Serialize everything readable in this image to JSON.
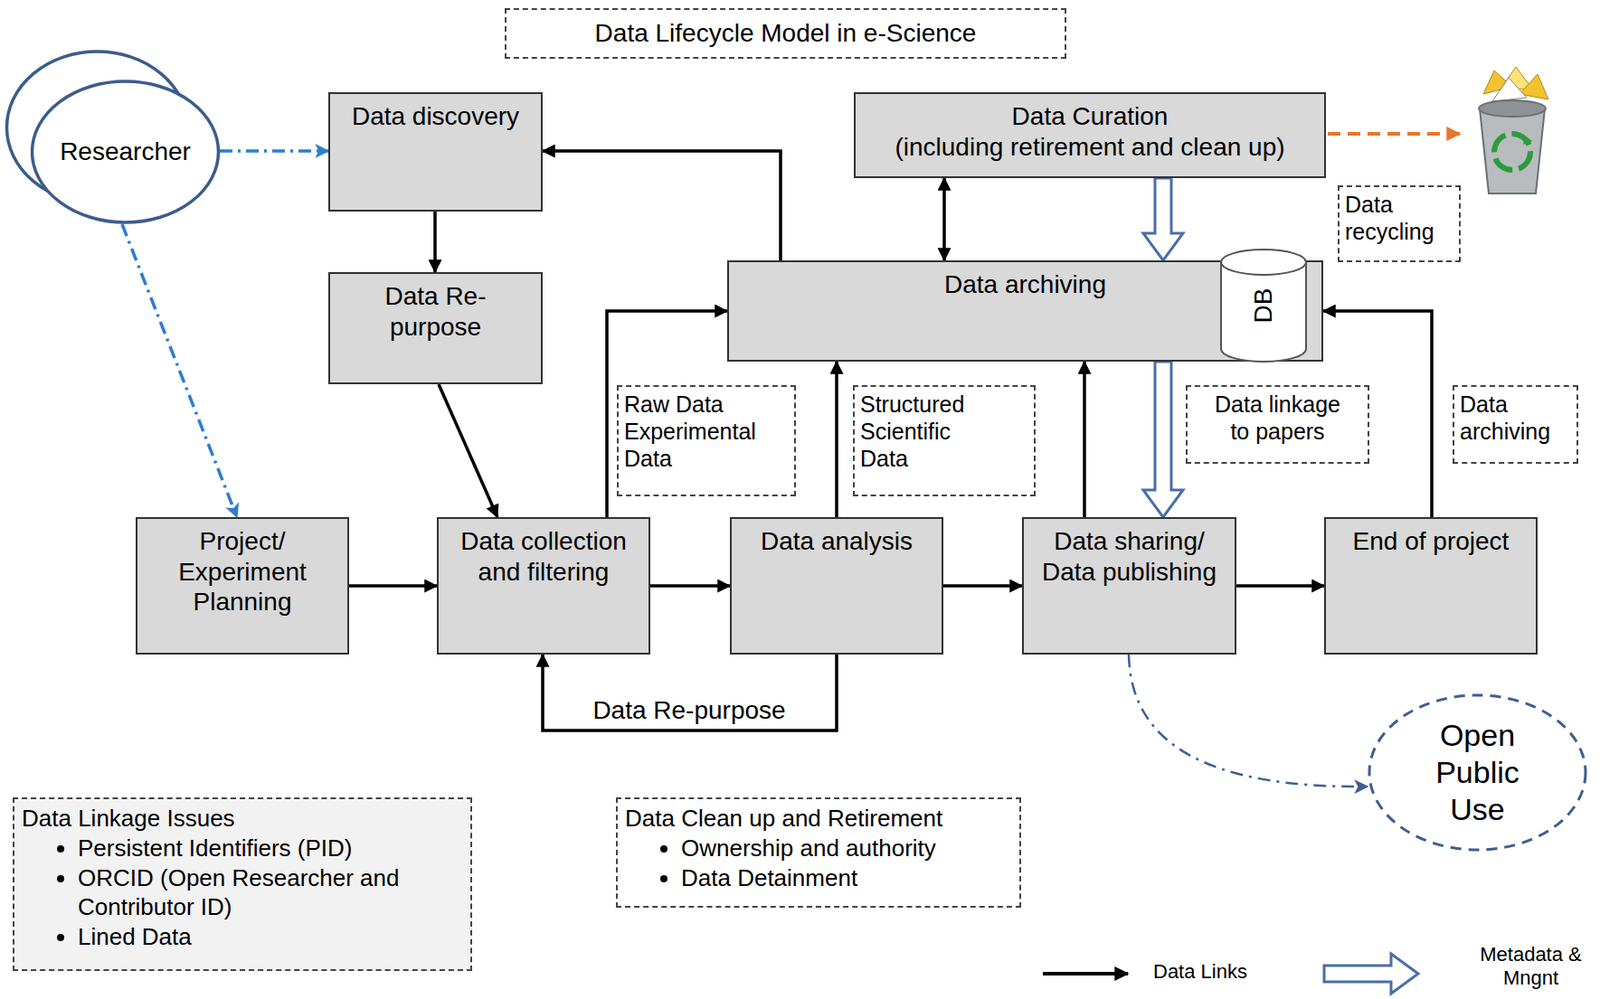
{
  "diagram": {
    "title": "Data Lifecycle Model in e-Science",
    "nodes": [
      {
        "text": [
          "Researcher"
        ]
      },
      {
        "text": [
          "Data discovery"
        ]
      },
      {
        "text": [
          "Data Curation",
          "(including retirement and clean up)"
        ]
      },
      {
        "text": [
          "Data Re-purpose"
        ]
      },
      {
        "text": [
          "Data archiving"
        ]
      },
      {
        "text": [
          "Data recycling"
        ]
      },
      {
        "text": [
          "Raw Data Experimental Data"
        ]
      },
      {
        "text": [
          "Structured Scientific Data"
        ]
      },
      {
        "text": [
          "Data linkage to papers"
        ]
      },
      {
        "text": [
          "Data archiving"
        ]
      },
      {
        "text": [
          "Project/ Experiment Planning"
        ]
      },
      {
        "text": [
          "Data collection and filtering"
        ]
      },
      {
        "text": [
          "Data analysis"
        ]
      },
      {
        "text": [
          "Data sharing/ Data publishing"
        ]
      },
      {
        "text": [
          "End of project"
        ]
      },
      {
        "text": [
          "Open Public Use"
        ]
      },
      {
        "text": [
          "Data Linkage Issues",
          "Persistent Identifiers (PID)",
          "ORCID (Open Researcher and Contributor ID)",
          "Lined Data"
        ]
      },
      {
        "text": [
          "Data Clean up and Retirement",
          "Ownership and authority",
          "Data Detainment"
        ]
      }
    ],
    "edges": [
      {
        "from": 0,
        "to": 1,
        "arrow": "to"
      },
      {
        "from": 0,
        "to": 10,
        "arrow": "to"
      },
      {
        "from": 1,
        "to": 3,
        "arrow": "to"
      },
      {
        "from": 3,
        "to": 11,
        "arrow": "to"
      },
      {
        "from": 4,
        "to": 1,
        "arrow": "to"
      },
      {
        "from": 2,
        "to": 4,
        "arrow": "both"
      },
      {
        "from": 2,
        "to": 4,
        "arrow": "to"
      },
      {
        "from": 4,
        "to": 13,
        "arrow": "to"
      },
      {
        "from": 10,
        "to": 11,
        "arrow": "to"
      },
      {
        "from": 11,
        "to": 4,
        "arrow": "to"
      },
      {
        "from": 11,
        "to": 12,
        "arrow": "to"
      },
      {
        "from": 12,
        "to": 4,
        "arrow": "to"
      },
      {
        "from": 12,
        "to": 11,
        "label": "Data Re-purpose",
        "arrow": "to"
      },
      {
        "from": 12,
        "to": 13,
        "arrow": "to"
      },
      {
        "from": 13,
        "to": 4,
        "arrow": "to"
      },
      {
        "from": 13,
        "to": 14,
        "arrow": "to"
      },
      {
        "from": 14,
        "to": 4,
        "arrow": "to"
      },
      {
        "from": 13,
        "to": 15,
        "arrow": "to"
      }
    ],
    "labels": [
      "DB"
    ],
    "legend": [
      {
        "text": "Data Links"
      },
      {
        "text": "Metadata & Mngnt"
      }
    ]
  }
}
